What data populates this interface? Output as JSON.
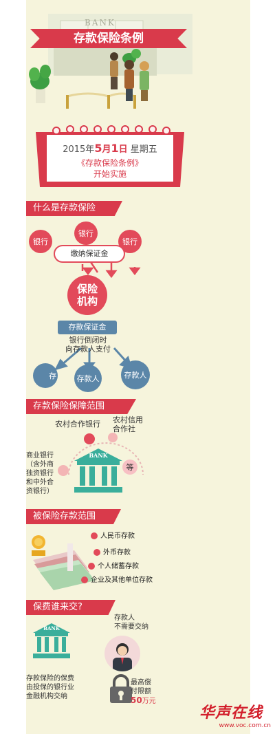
{
  "header": {
    "bank_sign": "BANK",
    "title": "存款保险条例"
  },
  "calendar": {
    "date_prefix": "2015年",
    "date_month": "5",
    "month_unit": "月",
    "date_day": "1",
    "day_unit": "日",
    "weekday": "星期五",
    "regulation": "《存款保险条例》",
    "start": "开始实施"
  },
  "section1": {
    "title": "什么是存款保险",
    "bank_left": "银行",
    "bank_mid": "银行",
    "bank_right": "银行",
    "pay_label": "缴纳保证金",
    "insurer_line1": "保险",
    "insurer_line2": "机构",
    "fund_label": "存款保证金",
    "payout_line1": "银行倒闭时",
    "payout_line2": "向存款人支付",
    "depositor_left": "存",
    "depositor_mid": "存款人",
    "depositor_right": "存款人"
  },
  "section2": {
    "title": "存款保险保障范围",
    "rural_coop": "农村合作银行",
    "rural_credit_line1": "农村信用",
    "rural_credit_line2": "合作社",
    "commercial_line1": "商业银行",
    "commercial_line2": "（含外商",
    "commercial_line3": "独资银行",
    "commercial_line4": "和中外合",
    "commercial_line5": "资银行）",
    "etc": "等",
    "bank_sign": "BANK"
  },
  "section3": {
    "title": "被保险存款范围",
    "items": [
      "人民币存款",
      "外币存款",
      "个人储蓄存款",
      "企业及其他单位存款"
    ]
  },
  "section4": {
    "title": "保费谁来交?",
    "bank_sign": "BANK",
    "depositor_line1": "存款人",
    "depositor_line2": "不需要交纳",
    "premium_line1": "存款保险的保费",
    "premium_line2": "由投保的银行业",
    "premium_line3": "金融机构交纳",
    "max_line1": "最高偿",
    "max_line2": "付限额",
    "max_amount": "50",
    "max_unit": "万元"
  },
  "footer": {
    "logo_text": "华声在线",
    "url": "www.voc.com.cn"
  },
  "colors": {
    "red": "#d93a4b",
    "blue": "#5b86a8",
    "teal": "#3aae9b",
    "background": "#f6f4dc"
  }
}
